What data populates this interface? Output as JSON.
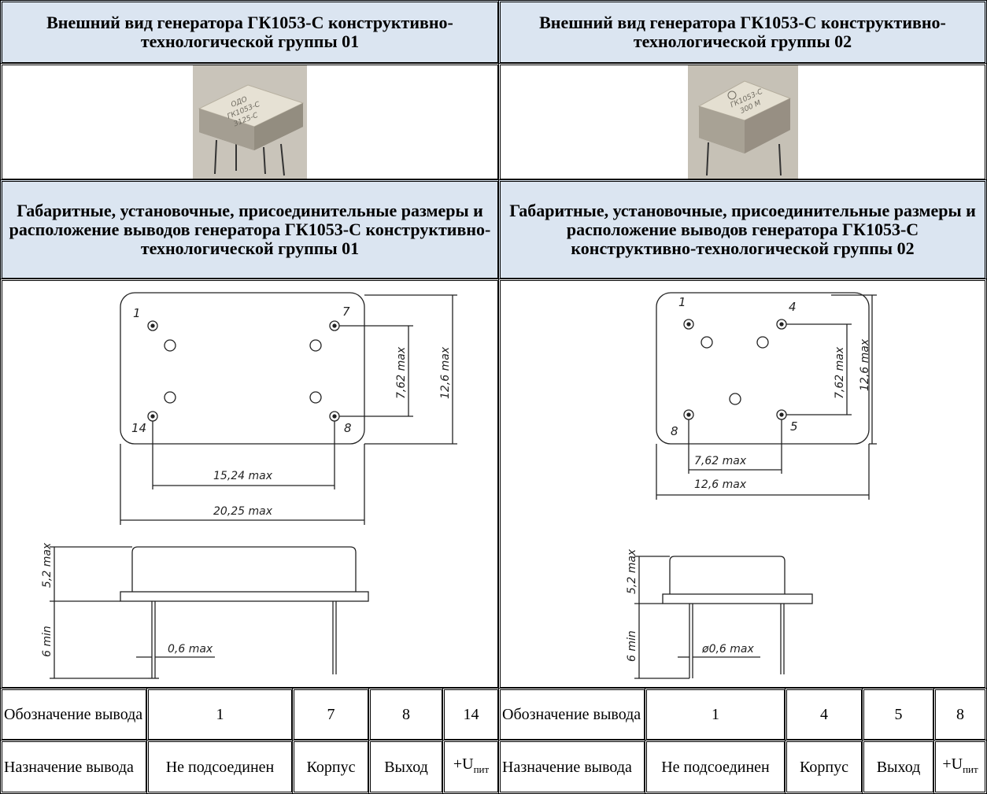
{
  "left": {
    "appearance_title": "Внешний вид генератора ГК1053-С конструктивно-технологической группы 01",
    "photo_marking": [
      "ОДО",
      "ГК1053-С",
      "3125-С"
    ],
    "dims_title": "Габаритные, установочные, присоединительные размеры и расположение выводов генератора ГК1053-С конструктивно-технологической группы 01",
    "drawing": {
      "pins": [
        "1",
        "7",
        "14",
        "8"
      ],
      "dim_pin_spacing": "7,62 max",
      "dim_height": "12,6 max",
      "dim_pin_span": "15,24 max",
      "dim_width": "20,25 max",
      "dim_body_height": "5,2 max",
      "dim_lead_length": "6 min",
      "dim_lead_diameter": "0,6 max"
    },
    "table": {
      "row1_label": "Обозначение вывода",
      "row1_values": [
        "1",
        "7",
        "8",
        "14"
      ],
      "row2_label": "Назначение вывода",
      "row2_values": [
        "Не подсоединен",
        "Корпус",
        "Выход"
      ],
      "supply_main": "+U",
      "supply_sub": "пит"
    }
  },
  "right": {
    "appearance_title": "Внешний вид генератора ГК1053-С конструктивно-технологической группы 02",
    "photo_marking": [
      "ГК1053-С",
      "300 М"
    ],
    "dims_title": "Габаритные, установочные, присоединительные размеры и расположение выводов генератора ГК1053-С конструктивно-технологической группы 02",
    "drawing": {
      "pins": [
        "1",
        "4",
        "8",
        "5"
      ],
      "dim_pin_spacing": "7,62 max",
      "dim_height": "12,6 max",
      "dim_pin_span": "7,62 max",
      "dim_width": "12,6 max",
      "dim_body_height": "5,2 max",
      "dim_lead_length": "6 min",
      "dim_lead_diameter": "ø0,6 max"
    },
    "table": {
      "row1_label": "Обозначение вывода",
      "row1_values": [
        "1",
        "4",
        "5",
        "8"
      ],
      "row2_label": "Назначение вывода",
      "row2_values": [
        "Не подсоединен",
        "Корпус",
        "Выход"
      ],
      "supply_main": "+U",
      "supply_sub": "пит"
    }
  }
}
